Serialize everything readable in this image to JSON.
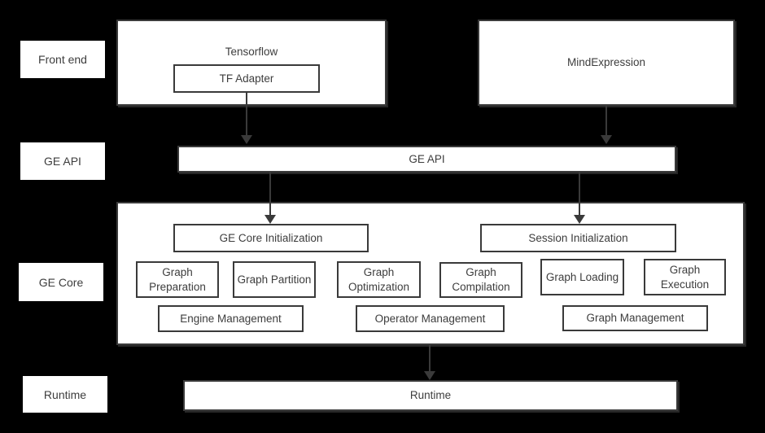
{
  "colors": {
    "background": "#000000",
    "box_fill": "#ffffff",
    "box_border": "#3a3a3a",
    "text": "#3d3d3d",
    "arrow": "#3a3a3a"
  },
  "rail": {
    "front_end": "Front end",
    "ge_api": "GE API",
    "ge_core": "GE Core",
    "runtime": "Runtime"
  },
  "front_end": {
    "tensorflow_title": "Tensorflow",
    "tf_adapter": "TF Adapter",
    "mind_expression": "MindExpression"
  },
  "ge_api": {
    "label": "GE API"
  },
  "ge_core": {
    "init_boxes": [
      "GE Core Initialization",
      "Session Initialization"
    ],
    "graph_boxes": [
      "Graph Preparation",
      "Graph Partition",
      "Graph Optimization",
      "Graph Compilation",
      "Graph Loading",
      "Graph Execution"
    ],
    "management_boxes": [
      "Engine Management",
      "Operator Management",
      "Graph Management"
    ]
  },
  "runtime": {
    "label": "Runtime"
  }
}
